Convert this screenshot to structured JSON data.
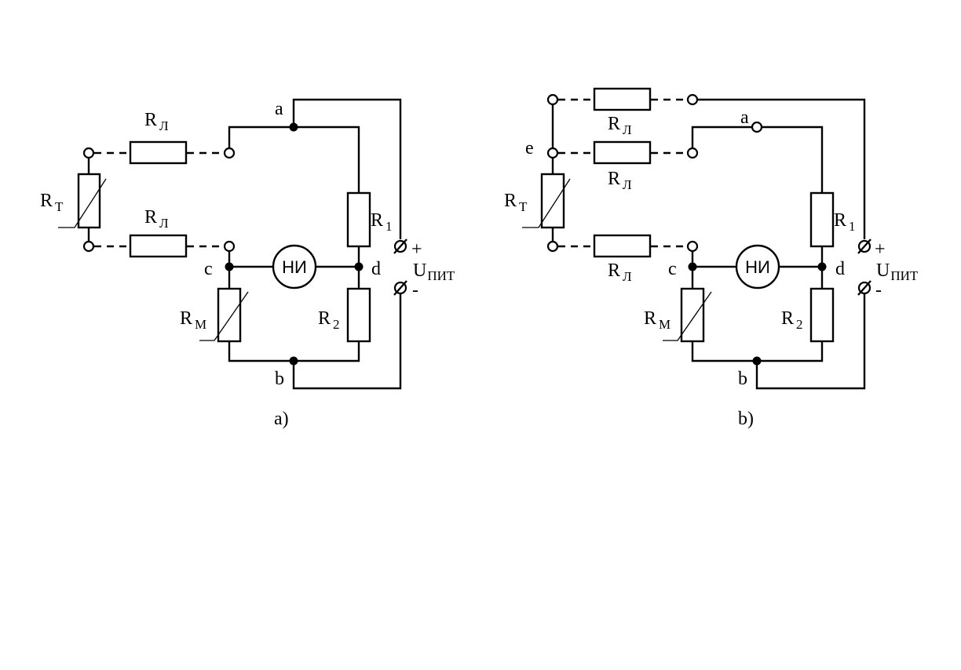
{
  "figure_a": {
    "caption": "a)",
    "node_a": "a",
    "node_b": "b",
    "node_c": "c",
    "node_d": "d",
    "rt": {
      "main": "R",
      "sub": "T"
    },
    "rl": {
      "main": "R",
      "sub": "Л"
    },
    "r1": {
      "main": "R",
      "sub": "1"
    },
    "r2": {
      "main": "R",
      "sub": "2"
    },
    "rm": {
      "main": "R",
      "sub": "M"
    },
    "meter": "НИ",
    "supply": {
      "main": "U",
      "sub": "ПИТ",
      "plus": "+",
      "minus": "-"
    }
  },
  "figure_b": {
    "caption": "b)",
    "node_a": "a",
    "node_b": "b",
    "node_c": "c",
    "node_d": "d",
    "node_e": "e",
    "rt": {
      "main": "R",
      "sub": "T"
    },
    "rl": {
      "main": "R",
      "sub": "Л"
    },
    "r1": {
      "main": "R",
      "sub": "1"
    },
    "r2": {
      "main": "R",
      "sub": "2"
    },
    "rm": {
      "main": "R",
      "sub": "M"
    },
    "meter": "НИ",
    "supply": {
      "main": "U",
      "sub": "ПИТ",
      "plus": "+",
      "minus": "-"
    }
  }
}
